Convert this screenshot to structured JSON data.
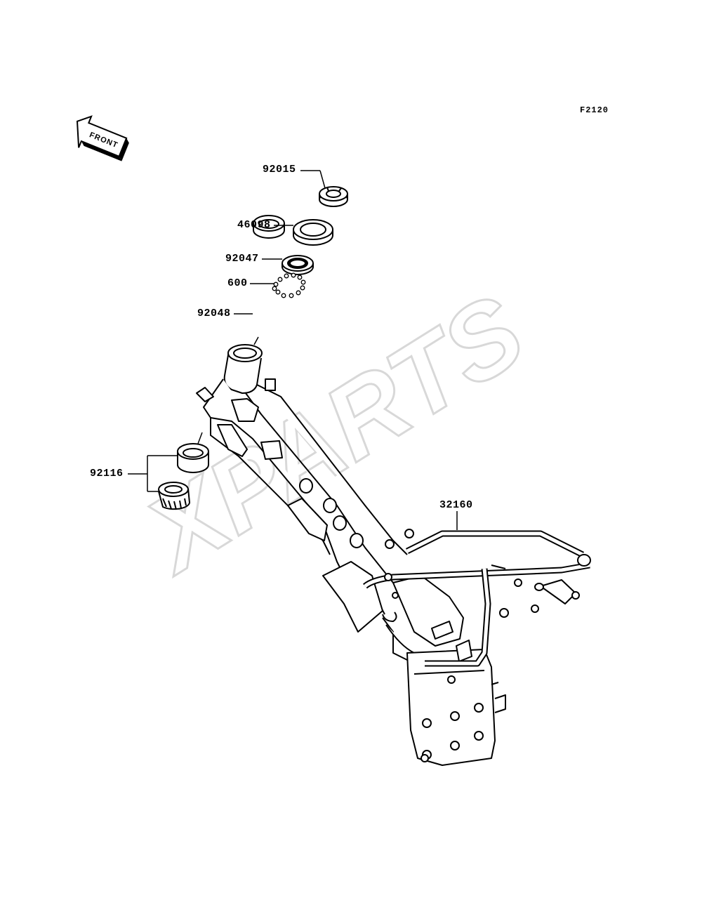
{
  "diagram": {
    "figure_code": "F2120",
    "front_arrow_text": "FRONT",
    "watermark": "XPARTS",
    "colors": {
      "line": "#000000",
      "background": "#ffffff",
      "watermark_stroke": "#d8d8d8"
    },
    "callouts": [
      {
        "id": "92015",
        "label": "92015",
        "part": "steering-stem-nut"
      },
      {
        "id": "46098",
        "label": "46098",
        "part": "dust-seal-cap"
      },
      {
        "id": "92047",
        "label": "92047",
        "part": "upper-race-ring"
      },
      {
        "id": "600",
        "label": "600",
        "part": "steel-balls"
      },
      {
        "id": "92048",
        "label": "92048",
        "part": "upper-bearing-cup"
      },
      {
        "id": "92116",
        "label": "92116",
        "part": "lower-bearing-set"
      },
      {
        "id": "32160",
        "label": "32160",
        "part": "frame"
      }
    ]
  }
}
